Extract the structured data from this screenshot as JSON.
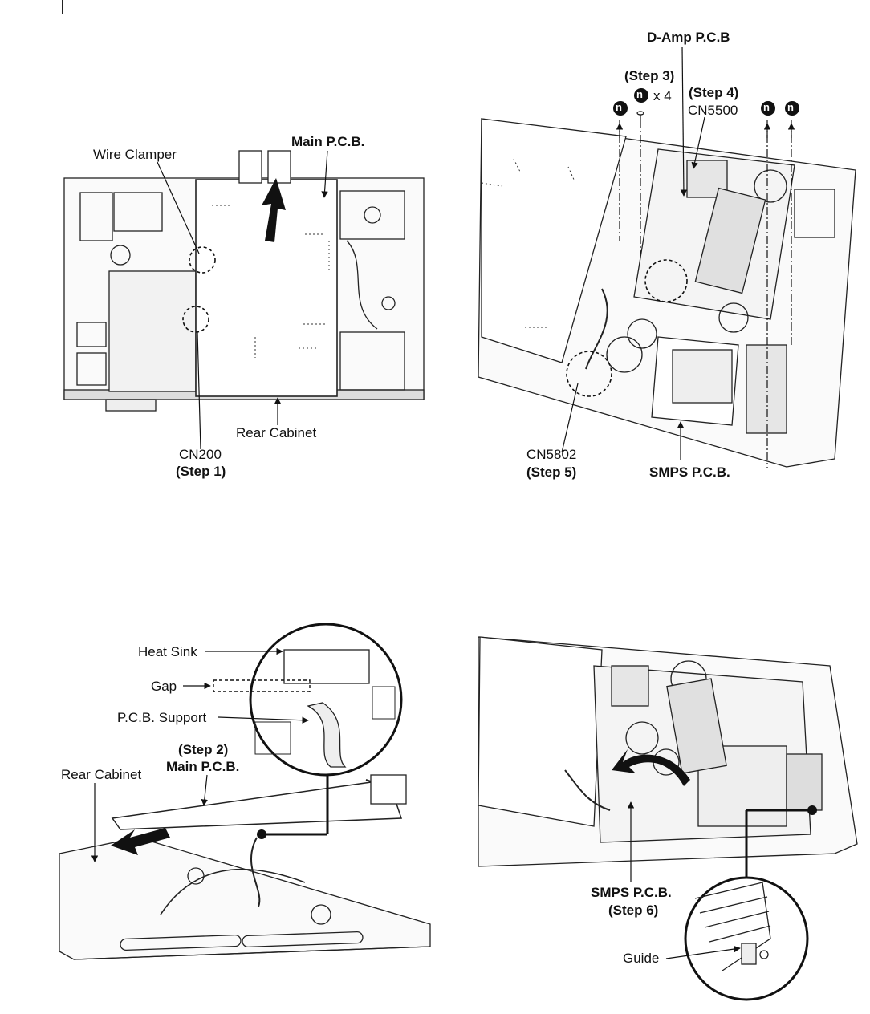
{
  "figure1": {
    "wire_clamper": "Wire Clamper",
    "main_pcb": "Main P.C.B.",
    "rear_cabinet": "Rear Cabinet",
    "cn200": "CN200",
    "step1": "(Step 1)"
  },
  "figure2": {
    "damp_pcb": "D-Amp P.C.B",
    "step3": "(Step 3)",
    "screw_letter": "n",
    "screw_count": "x 4",
    "step4": "(Step 4)",
    "cn5500": "CN5500",
    "cn5802": "CN5802",
    "step5": "(Step 5)",
    "smps_pcb": "SMPS P.C.B."
  },
  "figure3": {
    "heat_sink": "Heat Sink",
    "gap": "Gap",
    "pcb_support": "P.C.B. Support",
    "step2": "(Step 2)",
    "main_pcb": "Main P.C.B.",
    "rear_cabinet": "Rear Cabinet"
  },
  "figure4": {
    "smps_pcb": "SMPS P.C.B.",
    "step6": "(Step 6)",
    "guide": "Guide"
  }
}
